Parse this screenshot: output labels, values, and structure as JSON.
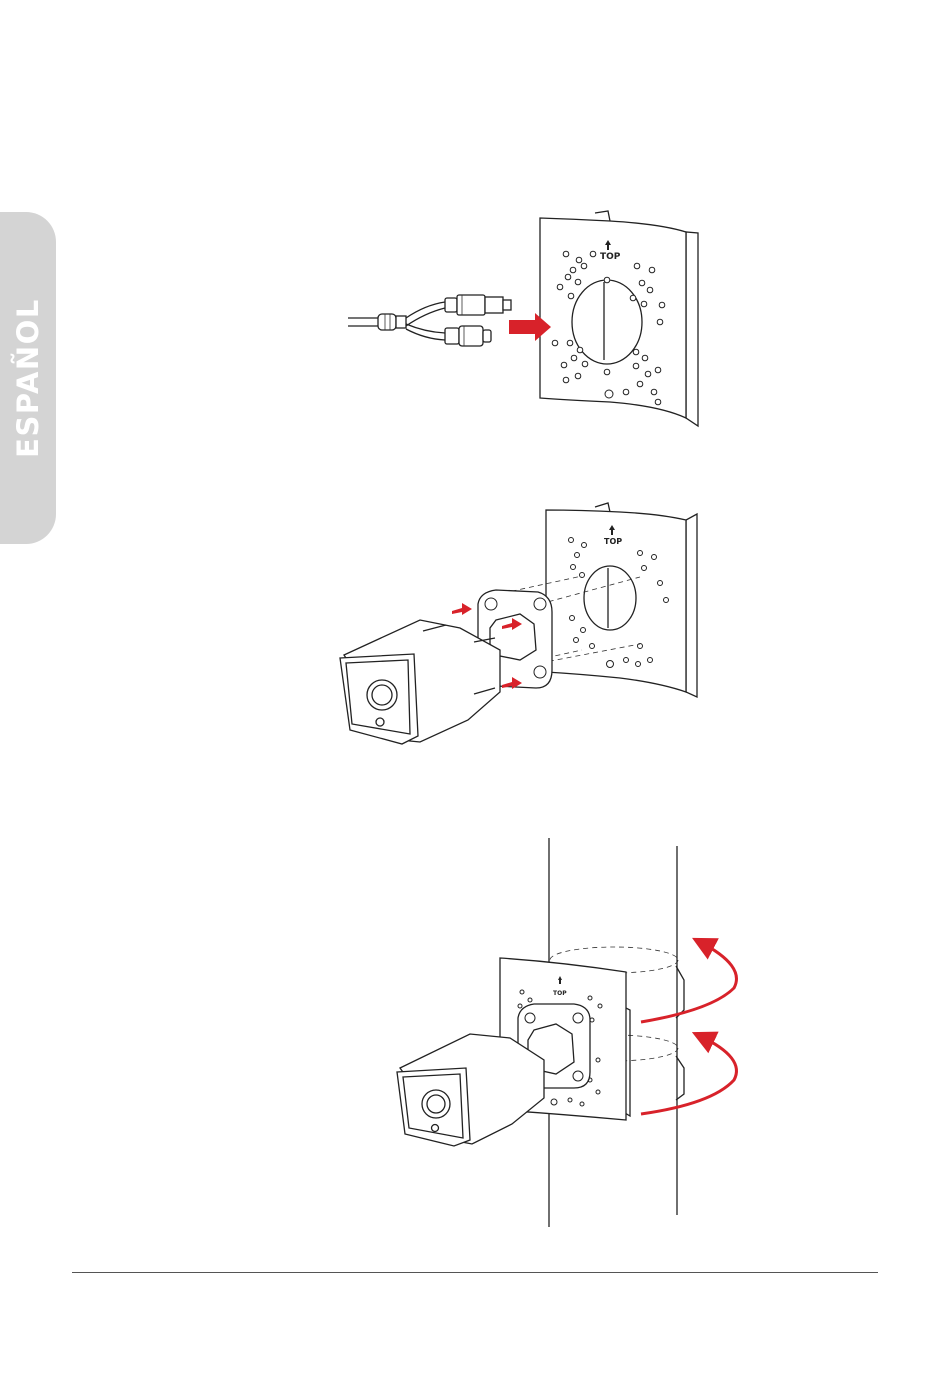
{
  "side_tab": {
    "label": "ESPAÑOL"
  },
  "figure1": {
    "top_label": "TOP"
  },
  "figure2": {
    "top_label": "TOP"
  },
  "figure3": {
    "top_label": "TOP"
  },
  "colors": {
    "accent_red": "#d8222a",
    "tab_gray": "#d4d4d4",
    "line": "#222222"
  }
}
